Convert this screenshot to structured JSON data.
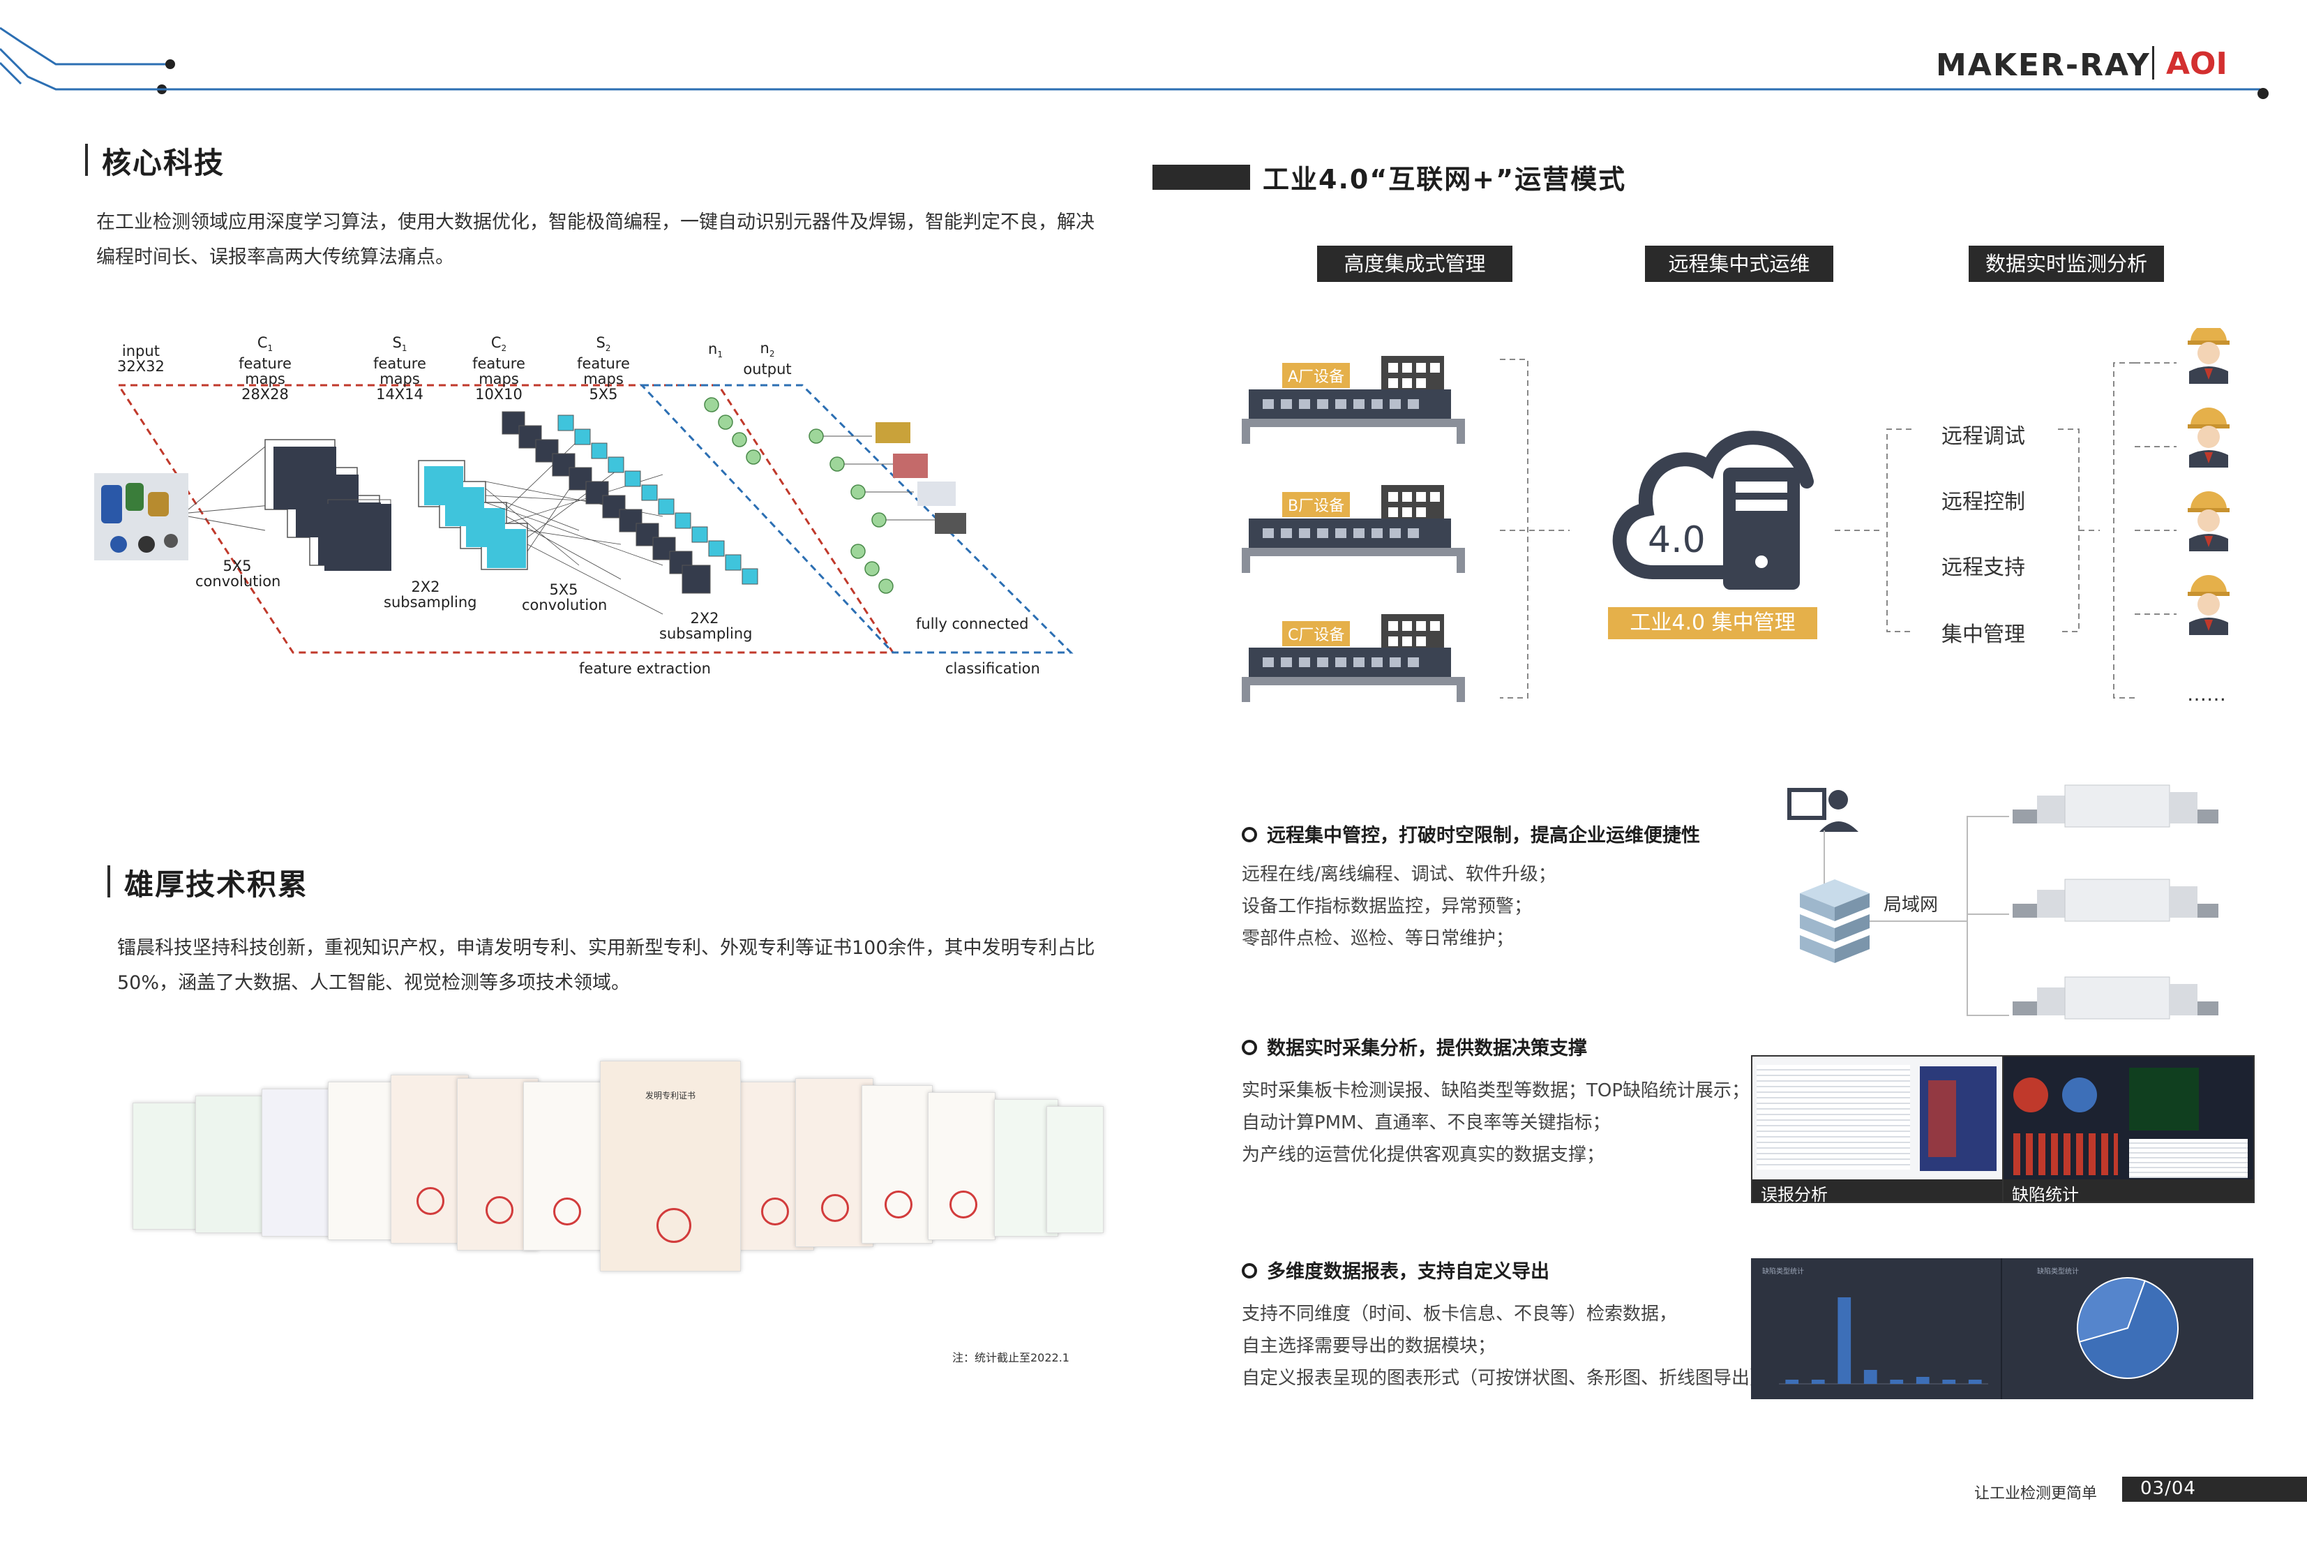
{
  "brand": {
    "name": "MAKER-RAY",
    "product": "AOI"
  },
  "left_top": {
    "title": "核心科技",
    "paragraph_line1": "在工业检测领域应用深度学习算法，使用大数据优化，智能极简编程，一键自动识别元器件及焊锡，智能判定不良，解决",
    "paragraph_line2": "编程时间长、误报率高两大传统算法痛点。"
  },
  "cnn": {
    "input": "input",
    "input_size": "32X32",
    "c1": "C",
    "c1_sub": "1",
    "c1_label": "feature maps",
    "c1_size": "28X28",
    "s1": "S",
    "s1_sub": "1",
    "s1_label": "feature maps",
    "s1_size": "14X14",
    "c2": "C",
    "c2_sub": "2",
    "c2_label": "feature maps",
    "c2_size": "10X10",
    "s2": "S",
    "s2_sub": "2",
    "s2_label": "feature maps",
    "s2_size": "5X5",
    "n1": "n",
    "n1_sub": "1",
    "n2": "n",
    "n2_sub": "2",
    "n2_label": "output",
    "conv1_a": "5X5",
    "conv1_b": "convolution",
    "sub1_a": "2X2",
    "sub1_b": "subsampling",
    "conv2_a": "5X5",
    "conv2_b": "convolution",
    "sub2_a": "2X2",
    "sub2_b": "subsampling",
    "fc": "fully connected",
    "feature_extraction": "feature extraction",
    "classification": "classification"
  },
  "left_bottom": {
    "title": "雄厚技术积累",
    "paragraph_line1": "镭晨科技坚持科技创新，重视知识产权，申请发明专利、实用新型专利、外观专利等证书100余件，其中发明专利占比",
    "paragraph_line2": "50%，涵盖了大数据、人工智能、视觉检测等多项技术领域。",
    "note": "注：统计截止至2022.1",
    "center_cert_title": "发明专利证书"
  },
  "right_top": {
    "title": "工业4.0“互联网+”运营模式",
    "tags": [
      "高度集成式管理",
      "远程集中式运维",
      "数据实时监测分析"
    ],
    "factories": [
      "A厂设备",
      "B厂设备",
      "C厂设备"
    ],
    "cloud_text": "4.0",
    "cloud_caption": "工业4.0  集中管理",
    "services": [
      "远程调试",
      "远程控制",
      "远程支持",
      "集中管理"
    ],
    "more": "……"
  },
  "features": [
    {
      "title": "远程集中管控，打破时空限制，提高企业运维便捷性",
      "lines": [
        "远程在线/离线编程、调试、软件升级；",
        "设备工作指标数据监控，异常预警；",
        "零部件点检、巡检、等日常维护；"
      ]
    },
    {
      "title": "数据实时采集分析，提供数据决策支撑",
      "lines": [
        "实时采集板卡检测误报、缺陷类型等数据；TOP缺陷统计展示；",
        "自动计算PMM、直通率、不良率等关键指标；",
        "为产线的运营优化提供客观真实的数据支撑；"
      ]
    },
    {
      "title": "多维度数据报表，支持自定义导出",
      "lines": [
        "支持不同维度（时间、板卡信息、不良等）检索数据，",
        "自主选择需要导出的数据模块；",
        "自定义报表呈现的图表形式（可按饼状图、条形图、折线图导出）"
      ]
    }
  ],
  "lan_label": "局域网",
  "screens": {
    "left": "误报分析",
    "right": "缺陷统计"
  },
  "chart_panels": {
    "left": "缺陷类型统计",
    "right": "缺陷类型统计"
  },
  "chart_data": [
    {
      "type": "bar",
      "categories": [
        "",
        "",
        "",
        "",
        "",
        "",
        "",
        ""
      ],
      "values": [
        3,
        3,
        62,
        10,
        3,
        5,
        3,
        3
      ],
      "ylim": [
        0,
        70
      ]
    },
    {
      "type": "pie",
      "categories": [
        "",
        ""
      ],
      "values": [
        65,
        35
      ]
    }
  ],
  "footer": {
    "slogan": "让工业检测更简单",
    "page": "03/04"
  },
  "colors": {
    "accent": "#e5b04a",
    "dark": "#2a2a2a",
    "cnn_red": "#c0392b",
    "cnn_blue": "#2c6fb3",
    "teal": "#3fc4dc",
    "chart_bg": "#2d3340",
    "bar": "#3d6fb8"
  }
}
